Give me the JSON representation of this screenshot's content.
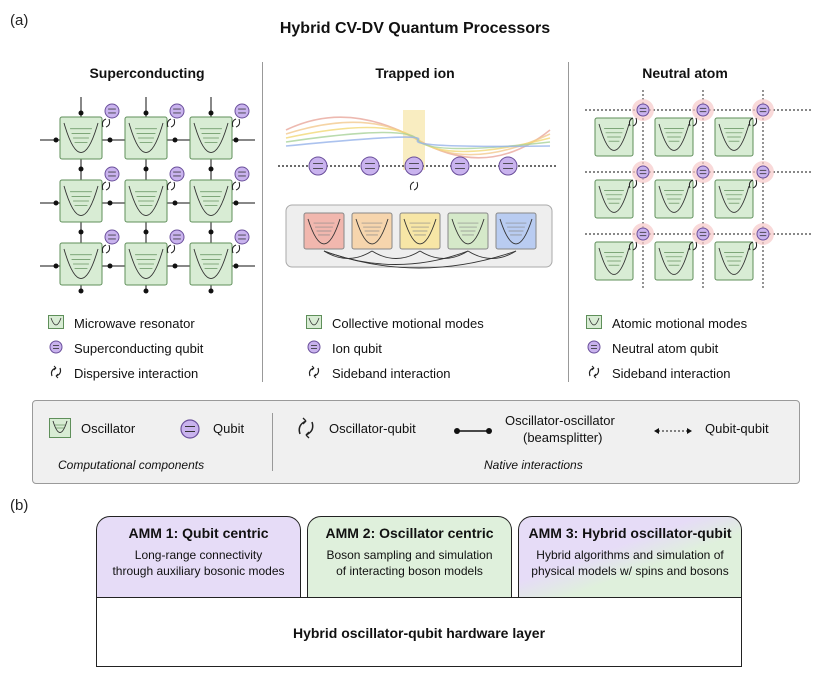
{
  "panel_a_label": "(a)",
  "panel_b_label": "(b)",
  "title": "Hybrid CV-DV Quantum Processors",
  "columns": [
    {
      "title": "Superconducting",
      "legend": [
        "Microwave resonator",
        "Superconducting qubit",
        "Dispersive interaction"
      ]
    },
    {
      "title": "Trapped ion",
      "legend": [
        "Collective motional modes",
        "Ion qubit",
        "Sideband interaction"
      ]
    },
    {
      "title": "Neutral atom",
      "legend": [
        "Atomic motional modes",
        "Neutral atom qubit",
        "Sideband interaction"
      ]
    }
  ],
  "legend_box": {
    "oscillator": "Oscillator",
    "qubit": "Qubit",
    "computational_components": "Computational components",
    "oscillator_qubit": "Oscillator-qubit",
    "oscillator_oscillator": "Oscillator-oscillator",
    "beamsplitter": "(beamsplitter)",
    "qubit_qubit": "Qubit-qubit",
    "native_interactions": "Native interactions"
  },
  "amm": [
    {
      "title": "AMM 1: Qubit centric",
      "desc_line1": "Long-range connectivity",
      "desc_line2": "through auxiliary bosonic modes",
      "color": "#e6dcf7"
    },
    {
      "title": "AMM 2: Oscillator centric",
      "desc_line1": "Boson sampling and simulation",
      "desc_line2": "of interacting boson models",
      "color": "#dff0dc"
    },
    {
      "title": "AMM 3: Hybrid oscillator-qubit",
      "desc_line1": "Hybrid algorithms and simulation of",
      "desc_line2": "physical models w/ spins and bosons",
      "color": "#dff0dc"
    }
  ],
  "hardware_layer": "Hybrid oscillator-qubit hardware layer",
  "colors": {
    "oscillator_fill": "#d8ecd4",
    "oscillator_stroke": "#5f8f5a",
    "qubit_fill": "#c9b3ee",
    "qubit_stroke": "#6a4f9b",
    "ion_modes": [
      "#f1b7ae",
      "#f6d5ad",
      "#f7e6a6",
      "#d5e9c9",
      "#b9ccf1"
    ]
  }
}
